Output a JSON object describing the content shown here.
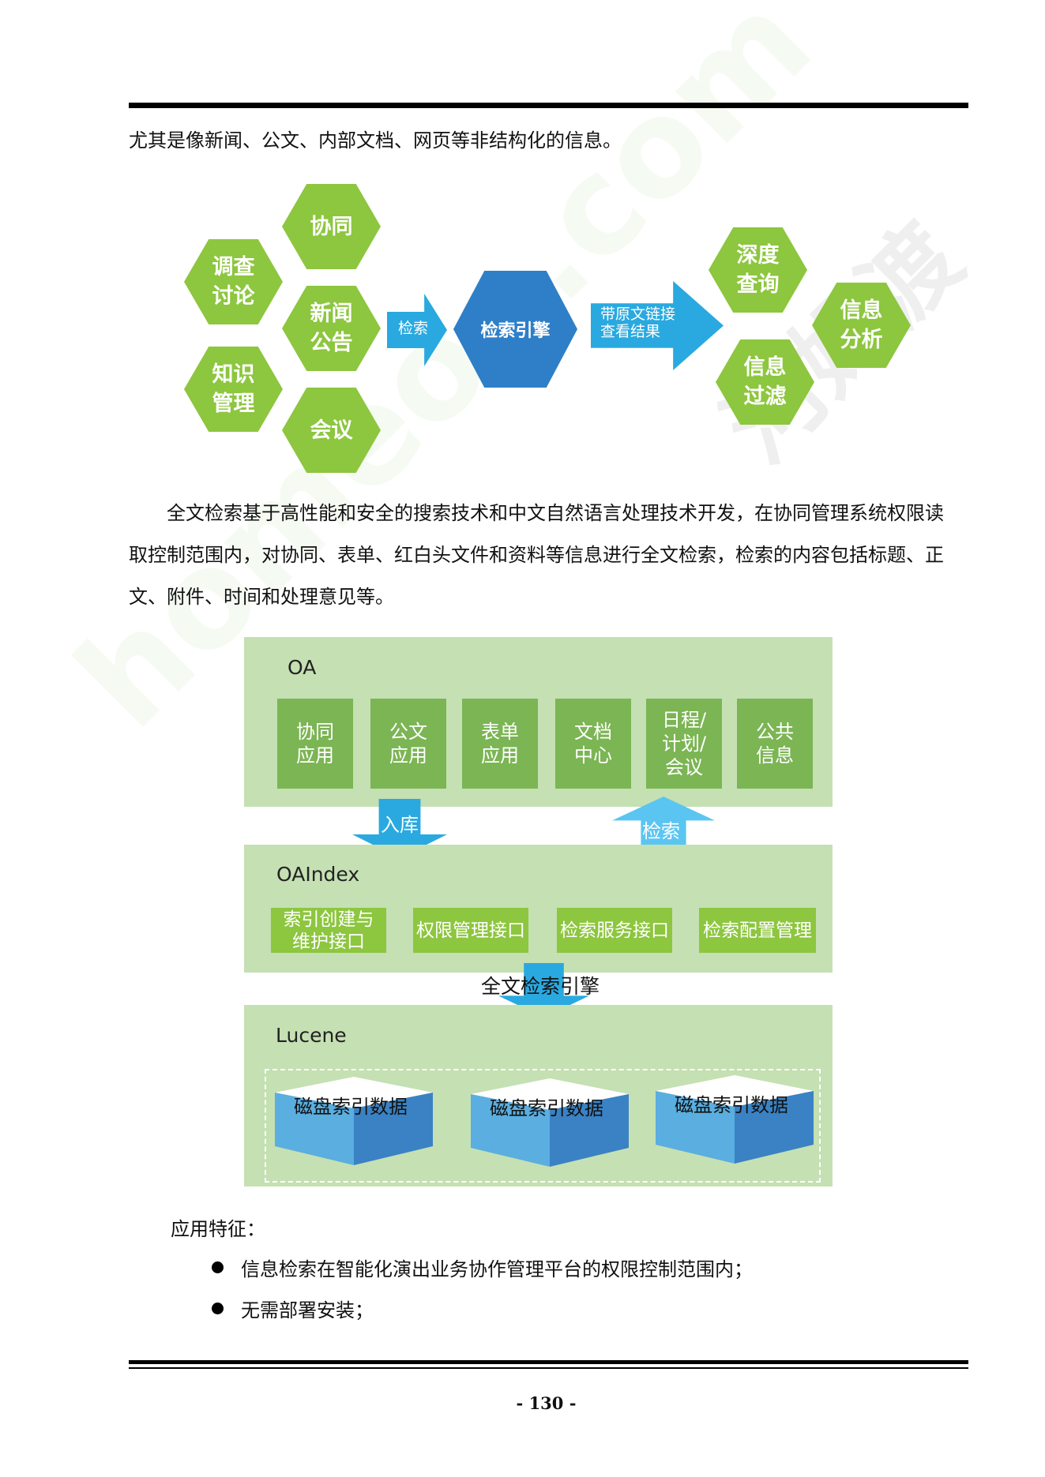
{
  "intro_line": "尤其是像新闻、公文、内部文档、网页等非结构化的信息。",
  "flow_diagram": {
    "sources": [
      "调查\n讨论",
      "协同",
      "新闻\n公告",
      "知识\n管理",
      "会议"
    ],
    "arrow1_label": "检索",
    "engine": "检索引擎",
    "arrow2_label": "带原文链接\n查看结果",
    "outputs": [
      "深度\n查询",
      "信息\n过滤",
      "信息\n分析"
    ],
    "colors": {
      "green": "#8dc63f",
      "blue_hex": "#2e7fc8",
      "arrow": "#29a9e0"
    }
  },
  "paragraph": "全文检索基于高性能和安全的搜索技术和中文自然语言处理技术开发，在协同管理系统权限读取控制范围内，对协同、表单、红白头文件和资料等信息进行全文检索，检索的内容包括标题、正文、附件、时间和处理意见等。",
  "architecture": {
    "oa": {
      "title": "OA",
      "modules": [
        "协同\n应用",
        "公文\n应用",
        "表单\n应用",
        "文档\n中心",
        "日程/\n计划/\n会议",
        "公共\n信息"
      ]
    },
    "arrow_in": "入库",
    "arrow_search": "检索",
    "oaindex": {
      "title": "OAIndex",
      "interfaces": [
        "索引创建与\n维护接口",
        "权限管理接口",
        "检索服务接口",
        "检索配置管理"
      ]
    },
    "engine_label": "全文检索引擎",
    "lucene": {
      "title": "Lucene",
      "disks": [
        "磁盘索引数据",
        "磁盘索引数据",
        "磁盘索引数据"
      ]
    }
  },
  "features_title": "应用特征：",
  "features": [
    "信息检索在智能化演出业务协作管理平台的权限控制范围内；",
    "无需部署安装；"
  ],
  "page_number": "- 130 -",
  "watermarks": [
    "homeoo.com",
    "河姆渡"
  ]
}
